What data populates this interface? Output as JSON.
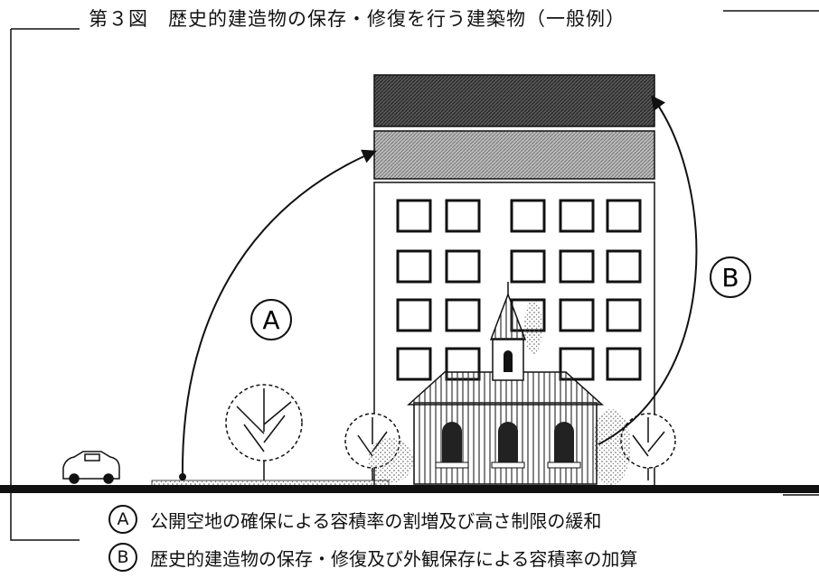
{
  "figure": {
    "title": "第３図　歴史的建造物の保存・修復を行う建築物（一般例）",
    "markers": {
      "a": "A",
      "b": "B"
    },
    "legend": [
      {
        "marker": "A",
        "text": "公開空地の確保による容積率の割増及び高さ制限の緩和"
      },
      {
        "marker": "B",
        "text": "歴史的建造物の保存・修復及び外観保存による容積率の加算"
      }
    ]
  },
  "colors": {
    "ink": "#111111",
    "paper": "#ffffff"
  }
}
